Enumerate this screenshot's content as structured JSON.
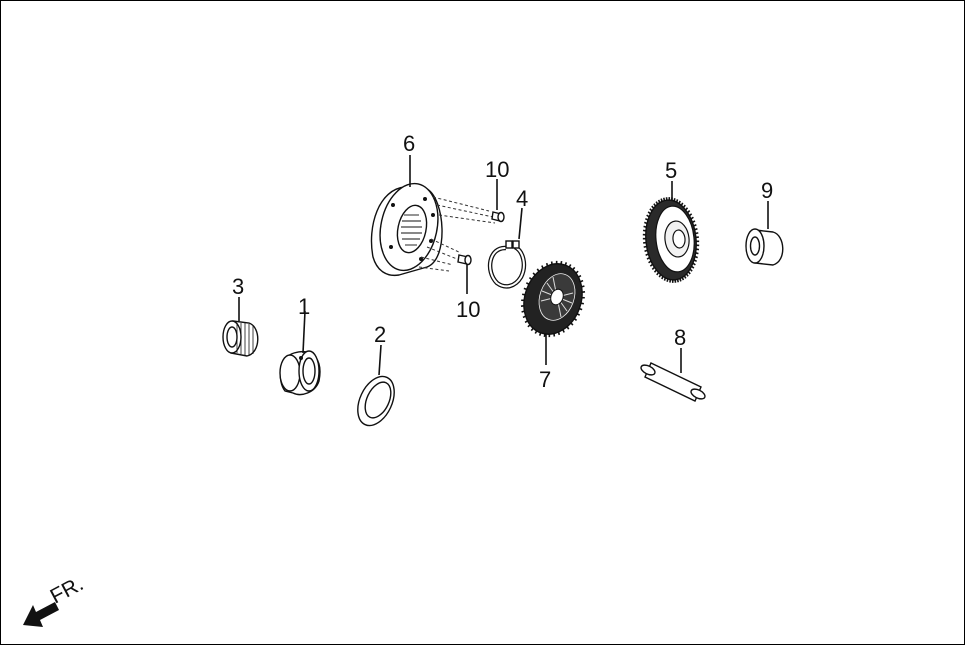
{
  "callouts": {
    "c1": "1",
    "c2": "2",
    "c3": "3",
    "c4": "4",
    "c5": "5",
    "c6": "6",
    "c7": "7",
    "c8": "8",
    "c9": "9",
    "c10a": "10",
    "c10b": "10"
  },
  "direction": {
    "label": "FR.",
    "icon": "front-arrow-icon"
  },
  "colors": {
    "line": "#111111",
    "background": "#ffffff"
  }
}
